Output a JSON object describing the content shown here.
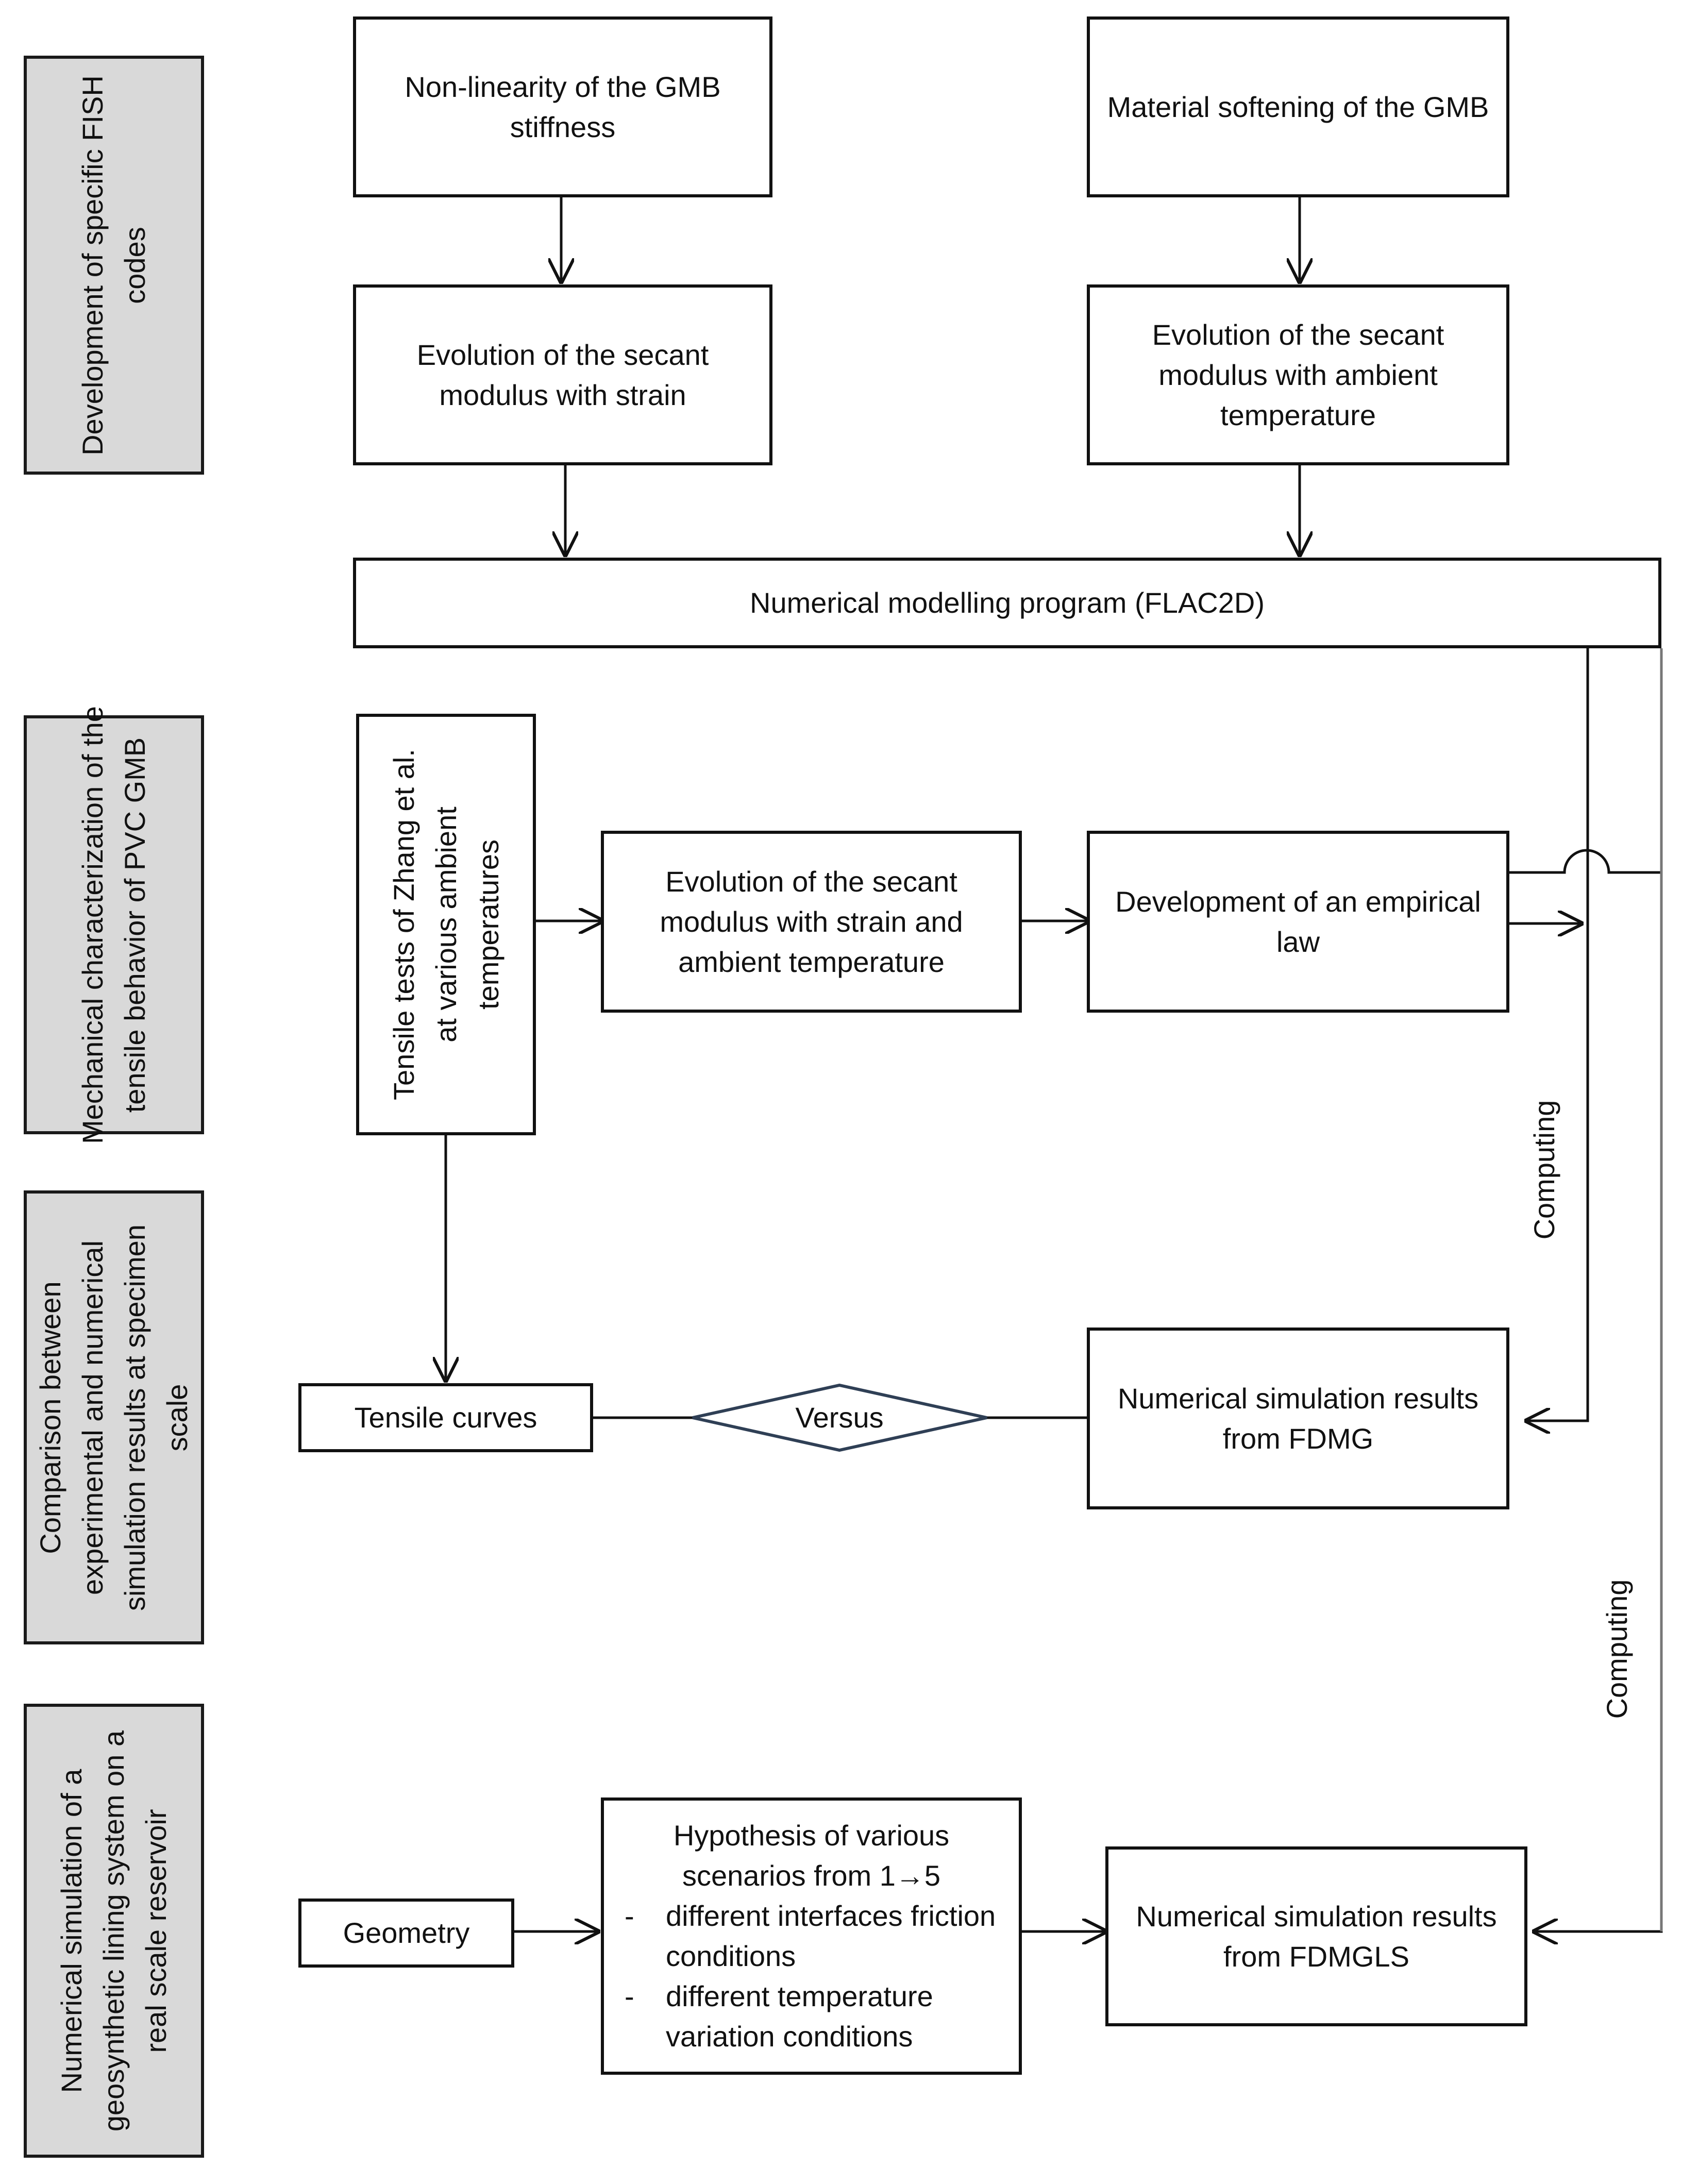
{
  "stages": [
    "Development of specific FISH codes",
    "Mechanical characterization of the tensile behavior of PVC GMB",
    "Comparison between experimental and numerical simulation results at specimen scale",
    "Numerical simulation of a geosynthetic lining system on a real scale reservoir"
  ],
  "nodes": {
    "nonlinearity": "Non-linearity of the GMB stiffness",
    "softening": "Material softening of the GMB",
    "secant_strain": "Evolution of the secant modulus with strain",
    "secant_temp": "Evolution of the secant modulus with ambient temperature",
    "flac": "Numerical modelling program (FLAC2D)",
    "tensile_tests": "Tensile tests of Zhang et al. at various ambient temperatures",
    "secant_both": "Evolution of the secant modulus with strain and ambient temperature",
    "empirical": "Development of an empirical law",
    "tensile_curves": "Tensile curves",
    "versus": "Versus",
    "fdmg": "Numerical simulation results from FDMG",
    "geometry": "Geometry",
    "scenarios_title": "Hypothesis of various scenarios from 1→5",
    "scenarios_items": [
      "different interfaces friction conditions",
      "different temperature variation conditions"
    ],
    "fdmgls": "Numerical simulation results from FDMGLS"
  },
  "edge_labels": {
    "computing_1": "Computing",
    "computing_2": "Computing"
  },
  "colors": {
    "stage_fill": "#d9d9d9",
    "line": "#111111",
    "diamond_stroke": "#2f3f55",
    "feed_line": "#777777"
  }
}
